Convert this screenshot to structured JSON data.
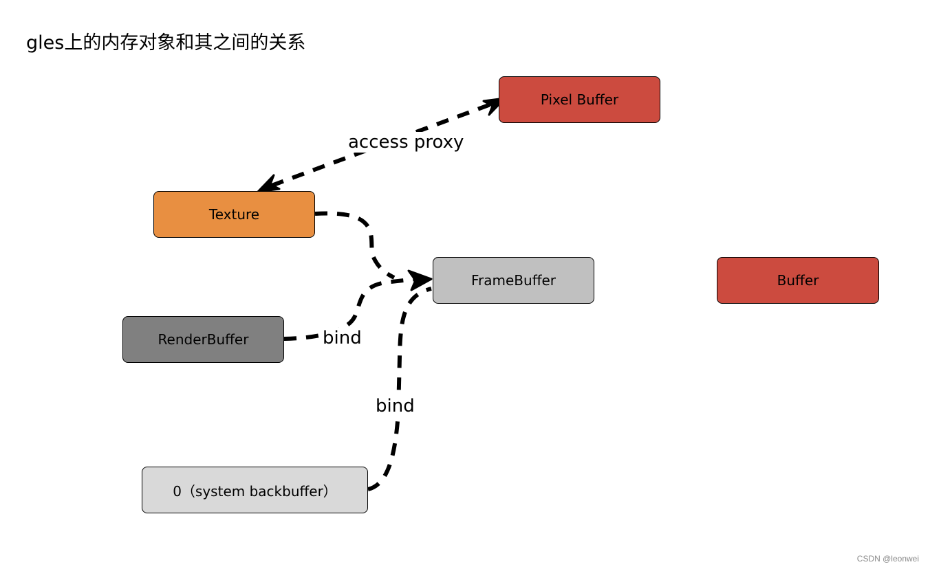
{
  "title": "gles上的内存对象和其之间的关系",
  "nodes": {
    "pixel_buffer": {
      "label": "Pixel Buffer",
      "color": "#cc4b3f"
    },
    "texture": {
      "label": "Texture",
      "color": "#e88f41"
    },
    "framebuffer": {
      "label": "FrameBuffer",
      "color": "#c0c0c0"
    },
    "buffer": {
      "label": "Buffer",
      "color": "#cc4b3f"
    },
    "renderbuffer": {
      "label": "RenderBuffer",
      "color": "#808080"
    },
    "system_backbuffer": {
      "label": "0（system backbuffer）",
      "color": "#d9d9d9"
    }
  },
  "edges": {
    "access_proxy": {
      "label": "access proxy",
      "from": "Texture",
      "to": "Pixel Buffer",
      "style": "dashed",
      "arrows": "both"
    },
    "texture_bind": {
      "from": "Texture",
      "to": "FrameBuffer",
      "style": "dashed"
    },
    "renderbuffer_bind": {
      "label": "bind",
      "from": "RenderBuffer",
      "to": "FrameBuffer",
      "style": "dashed",
      "arrows": "end"
    },
    "backbuffer_bind": {
      "label": "bind",
      "from": "0（system backbuffer）",
      "to": "FrameBuffer",
      "style": "dashed"
    }
  },
  "watermark": "CSDN @leonwei"
}
